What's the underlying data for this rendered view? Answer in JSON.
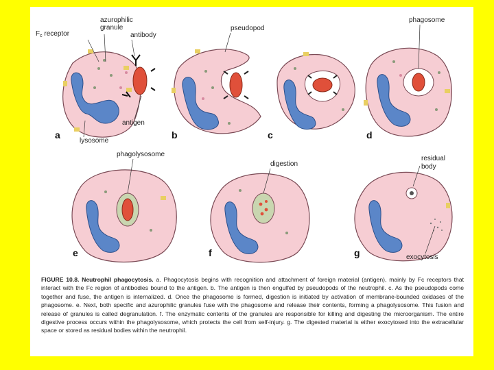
{
  "panels": {
    "a": "a",
    "b": "b",
    "c": "c",
    "d": "d",
    "e": "e",
    "f": "f",
    "g": "g"
  },
  "labels": {
    "fc_receptor": "F",
    "fc_receptor_sub": "c",
    "fc_receptor_rest": " receptor",
    "azurophilic_line1": "azurophilic",
    "azurophilic_line2": "granule",
    "antibody": "antibody",
    "pseudopod": "pseudopod",
    "phagosome": "phagosome",
    "antigen": "antigen",
    "lysosome": "lysosome",
    "phagolysosome": "phagolysosome",
    "digestion": "digestion",
    "residual_line1": "residual",
    "residual_line2": "body",
    "exocytosis": "exocytosis"
  },
  "caption": {
    "title": "FIGURE 10.8. Neutrophil phagocytosis.",
    "body": " a. Phagocytosis begins with recognition and attachment of foreign material (antigen), mainly by Fc receptors that interact with the Fc region of antibodies bound to the antigen. b. The antigen is then engulfed by pseudopods of the neutrophil. c. As the pseudopods come together and fuse, the antigen is internalized. d. Once the phagosome is formed, digestion is initiated by activation of membrane-bounded oxidases of the phagosome. e. Next, both specific and azurophilic granules fuse with the phagosome and release their contents, forming a phagolysosome. This fusion and release of granules is called degranulation. f. The enzymatic contents of the granules are responsible for killing and digesting the microorganism. The entire digestive process occurs within the phagolysosome, which protects the cell from self-injury. g. The digested material is either exocytosed into the extracellular space or stored as residual bodies within the neutrophil."
  },
  "colors": {
    "background": "#ffff00",
    "panel": "#ffffff",
    "cytoplasm": "#f6cdd3",
    "nucleus": "#5b86c8",
    "antigen": "#e0503a",
    "receptor": "#e9cf62"
  }
}
